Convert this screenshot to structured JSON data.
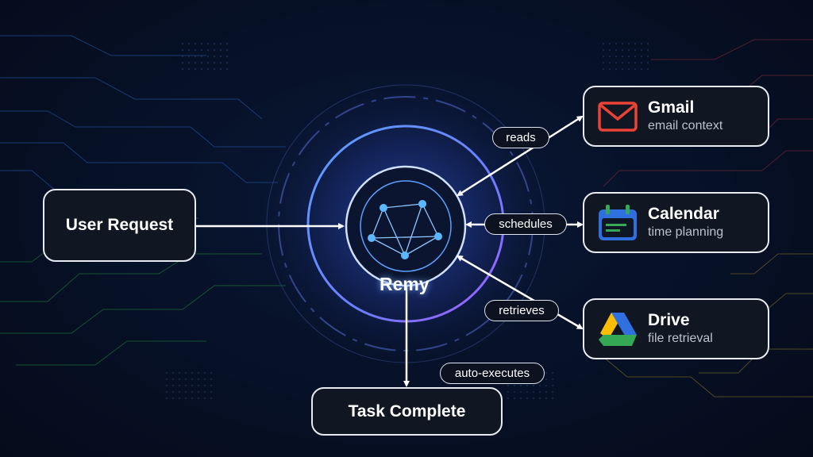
{
  "nodes": {
    "user_request": "User Request",
    "task_complete": "Task Complete",
    "hub": "Remy"
  },
  "services": [
    {
      "name": "Gmail",
      "desc": "email context",
      "icon": "gmail-envelope-icon"
    },
    {
      "name": "Calendar",
      "desc": "time planning",
      "icon": "calendar-icon"
    },
    {
      "name": "Drive",
      "desc": "file retrieval",
      "icon": "google-drive-icon"
    }
  ],
  "edges": {
    "reads": "reads",
    "schedules": "schedules",
    "retrieves": "retrieves",
    "auto_executes": "auto-executes"
  },
  "colors": {
    "background": "#050b1a",
    "node_fill": "#111722",
    "node_border": "#e8ecf2",
    "ring_blue": "#4f8cff",
    "ring_purple": "#8a5cff",
    "gmail_red": "#ea4335",
    "calendar_blue": "#2f6fe0",
    "calendar_green": "#34a853",
    "drive_yellow": "#fbbc04"
  }
}
